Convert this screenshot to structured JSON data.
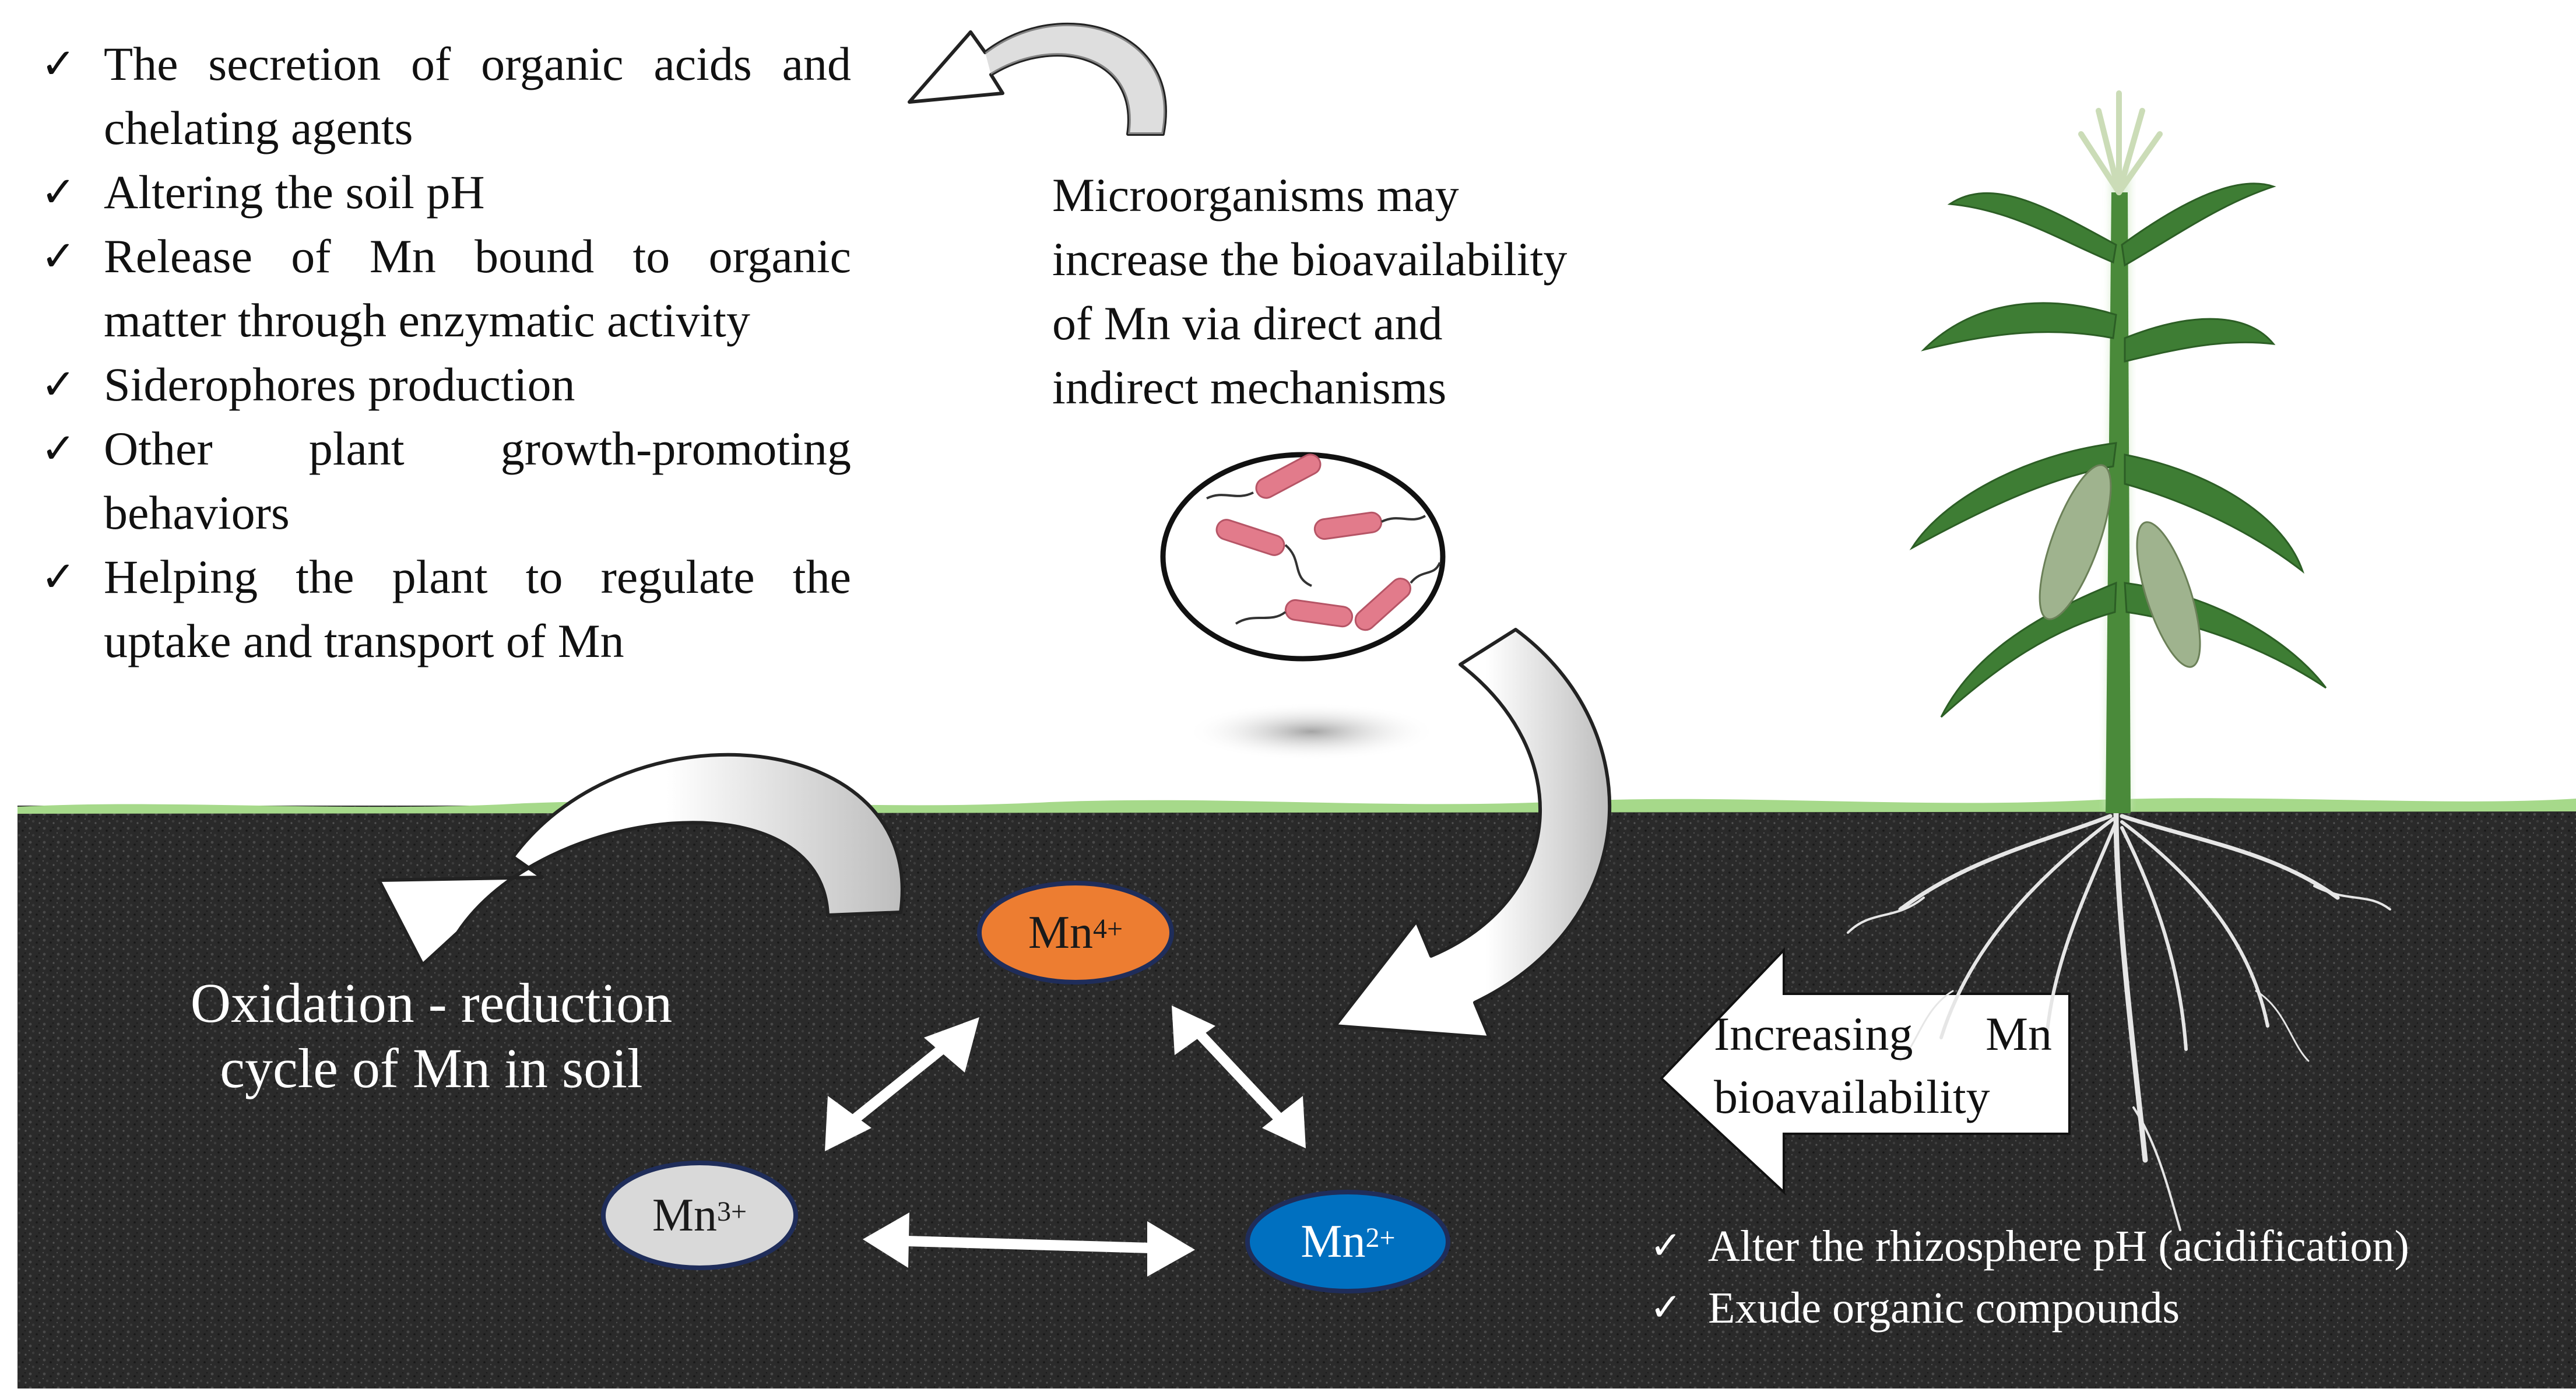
{
  "left_list": {
    "items": [
      "The secretion of organic acids and chelating agents",
      "Altering the soil pH",
      "Release of Mn bound to organic matter through enzymatic activity",
      "Siderophores production",
      "Other plant growth-promoting behaviors",
      "Helping the plant to regulate the uptake and transport of Mn"
    ]
  },
  "microorganism": {
    "lines": [
      "Microorganisms may",
      "increase the bioavailability",
      "of Mn via direct and",
      "indirect mechanisms"
    ]
  },
  "redox_cycle": {
    "title_lines": [
      "Oxidation - reduction",
      "cycle of Mn in soil"
    ],
    "ions": {
      "mn4": {
        "base": "Mn",
        "charge": "4+",
        "color": "#ed7d31"
      },
      "mn3": {
        "base": "Mn",
        "charge": "3+",
        "color": "#d9d9d9"
      },
      "mn2": {
        "base": "Mn",
        "charge": "2+",
        "color": "#0070c0"
      }
    }
  },
  "bioavailability_arrow": {
    "lines": [
      "Increasing Mn",
      "bioavailability"
    ]
  },
  "plant_list": {
    "items": [
      "Alter the rhizosphere pH (acidification)",
      "Exude organic compounds"
    ]
  },
  "tick_symbol": "✓",
  "colors": {
    "soil": "#2a2a2a",
    "grass": "#a6d98a",
    "leaf": "#3e7d34",
    "stem": "#4a8a3a",
    "bacteria": "#e27b8b",
    "arrow_shade": "#c8c8c8"
  }
}
